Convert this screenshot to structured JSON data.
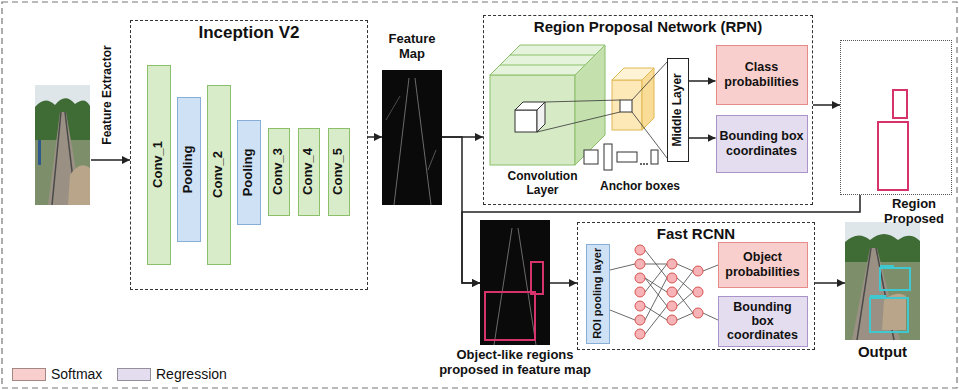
{
  "diagram": {
    "nodes": [
      {
        "text": [
          "Inception V2"
        ]
      },
      {
        "text": [
          "Conv_1"
        ],
        "in": 0
      },
      {
        "text": [
          "Pooling"
        ],
        "in": 0
      },
      {
        "text": [
          "Conv_2"
        ],
        "in": 0
      },
      {
        "text": [
          "Pooling"
        ],
        "in": 0
      },
      {
        "text": [
          "Conv_3"
        ],
        "in": 0
      },
      {
        "text": [
          "Conv_4"
        ],
        "in": 0
      },
      {
        "text": [
          "Conv_5"
        ],
        "in": 0
      },
      {
        "text": [
          "Feature Map"
        ]
      },
      {
        "text": [
          "Region Proposal Network (RPN)"
        ]
      },
      {
        "text": [
          "Convolution Layer"
        ],
        "in": 9
      },
      {
        "text": [
          "Middle Layer"
        ],
        "in": 9
      },
      {
        "text": [
          "Class probabilities"
        ],
        "in": 9
      },
      {
        "text": [
          "Bounding box coordinates"
        ],
        "in": 9
      },
      {
        "text": [
          "Region Proposed"
        ]
      },
      {
        "text": [
          "Object-like regions proposed in feature map"
        ]
      },
      {
        "text": [
          "Fast RCNN"
        ]
      },
      {
        "text": [
          "ROI pooling layer"
        ],
        "in": 16
      },
      {
        "text": [
          "Object probabilities"
        ],
        "in": 16
      },
      {
        "text": [
          "Bounding box coordinates"
        ],
        "in": 16
      },
      {
        "text": [
          "Output"
        ]
      }
    ],
    "edges": [
      {
        "from": 0,
        "to": 8,
        "arrow": "to"
      },
      {
        "from": 8,
        "to": 9,
        "arrow": "to"
      },
      {
        "from": 8,
        "to": 15,
        "arrow": "to"
      },
      {
        "from": 9,
        "to": 14,
        "arrow": "to"
      },
      {
        "from": 14,
        "to": 15,
        "arrow": "to"
      },
      {
        "from": 11,
        "to": 12,
        "arrow": "to"
      },
      {
        "from": 11,
        "to": 13,
        "arrow": "to"
      },
      {
        "from": 15,
        "to": 16,
        "arrow": "to"
      },
      {
        "from": 16,
        "to": 20,
        "arrow": "to"
      }
    ],
    "labels": [
      "Feature Extractor",
      "Anchor boxes"
    ],
    "legend": [
      {
        "text": "Softmax",
        "color": "#f9cfcd"
      },
      {
        "text": "Regression",
        "color": "#e4dcef"
      }
    ]
  }
}
